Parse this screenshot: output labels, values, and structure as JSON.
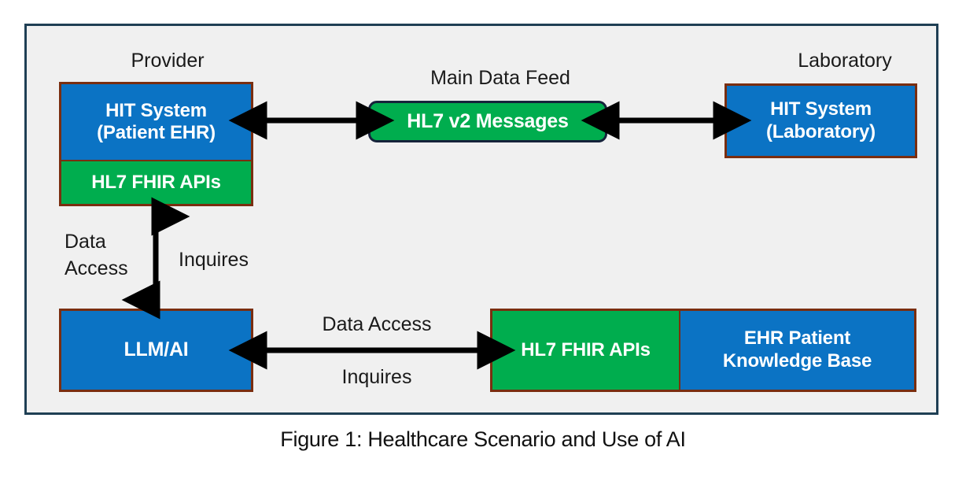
{
  "figure": {
    "caption": "Figure 1: Healthcare Scenario and Use of AI",
    "background_color": "#F0F0F0",
    "frame_border_color": "#1F3F54"
  },
  "palette": {
    "blue": "#0B73C4",
    "green": "#00AD4E",
    "box_border": "#7A2E10",
    "pill_border": "#16233B",
    "arrow": "#000000",
    "text_dark": "#1A1A1A",
    "text_light": "#FFFFFF"
  },
  "labels": {
    "provider": "Provider",
    "laboratory": "Laboratory",
    "main_data_feed": "Main Data Feed"
  },
  "nodes": {
    "provider_hit": {
      "title_line1": "HIT System",
      "title_line2": "(Patient EHR)",
      "color": "#0B73C4"
    },
    "provider_fhir": {
      "title": "HL7 FHIR APIs",
      "color": "#00AD4E"
    },
    "hl7_messages": {
      "title": "HL7 v2 Messages",
      "color": "#00AD4E"
    },
    "lab_hit": {
      "title_line1": "HIT System",
      "title_line2": "(Laboratory)",
      "color": "#0B73C4"
    },
    "llm_ai": {
      "title": "LLM/AI",
      "color": "#0B73C4"
    },
    "kb_fhir": {
      "title": "HL7 FHIR APIs",
      "color": "#00AD4E"
    },
    "kb_ehr": {
      "title_line1": "EHR Patient",
      "title_line2": "Knowledge Base",
      "color": "#0B73C4"
    }
  },
  "edges": {
    "provider_to_feed": {
      "style": "double-arrow",
      "label": ""
    },
    "feed_to_lab": {
      "style": "double-arrow",
      "label": ""
    },
    "provider_to_llm": {
      "style": "double-arrow",
      "label_left": "Data\nAccess",
      "label_left_line1": "Data",
      "label_left_line2": "Access",
      "label_right": "Inquires"
    },
    "llm_to_kb": {
      "style": "double-arrow",
      "label_above": "Data Access",
      "label_below": "Inquires"
    }
  }
}
